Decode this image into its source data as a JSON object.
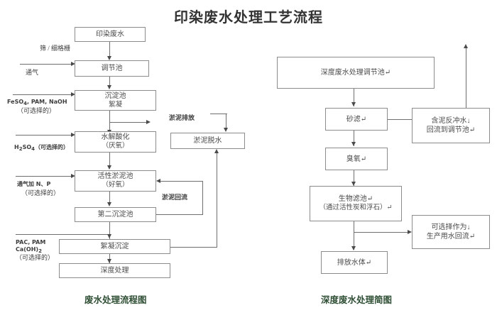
{
  "page": {
    "title": "印染废水处理工艺流程",
    "title_color": "#333333",
    "caption_color": "#2f4f35",
    "box_border_color": "#8c8c8c",
    "connector_color": "#6e6e6e",
    "background": "#ffffff"
  },
  "left_diagram": {
    "caption": "废水处理流程图",
    "boxes": [
      {
        "id": "raw-wastewater",
        "line1": "印染废水",
        "line2": ""
      },
      {
        "id": "equalization-tank",
        "line1": "调节池",
        "line2": ""
      },
      {
        "id": "sedimentation-tank",
        "line1": "沉淀池",
        "line2": "絮凝"
      },
      {
        "id": "hydrolysis-acidify",
        "line1": "水解酸化",
        "line2": "（厌氧）"
      },
      {
        "id": "activated-sludge-tank",
        "line1": "活性淤泥池",
        "line2": "（好氧）"
      },
      {
        "id": "second-sedimentation",
        "line1": "第二沉淀池",
        "line2": ""
      },
      {
        "id": "floc-sedimentation",
        "line1": "絮凝沉淀",
        "line2": ""
      },
      {
        "id": "advanced-treatment",
        "line1": "深度处理",
        "line2": ""
      },
      {
        "id": "sludge-dewatering",
        "line1": "淤泥脱水",
        "line2": ""
      }
    ],
    "labels": {
      "screen_grate": "筛 / 细格栅",
      "aeration": "通气",
      "feso4_line1": "FeSO",
      "feso4_sub": "4",
      "feso4_line1_rest": ", PAM, NaOH",
      "feso4_line2": "（可选择的）",
      "h2so4_a": "H",
      "h2so4_sub1": "2",
      "h2so4_b": "SO",
      "h2so4_sub2": "4",
      "h2so4_rest": "（可选择的）",
      "aeration_np_line1": "通气加 N、P",
      "aeration_np_line2": "（可选择的）",
      "pac_line1": "PAC, PAM",
      "pac_line2a": "Ca(OH)",
      "pac_line2_sub": "2",
      "pac_line3": "（可选择的）",
      "sludge_discharge": "淤泥排放",
      "sludge_return": "淤泥回流"
    }
  },
  "right_diagram": {
    "caption": "深度废水处理简图",
    "boxes": [
      {
        "id": "adv-equalization-tank",
        "line1": "深度废水处理调节池↵",
        "line2": ""
      },
      {
        "id": "sand-filter",
        "line1": "砂滤↵",
        "line2": ""
      },
      {
        "id": "ozone",
        "line1": "臭氧↵",
        "line2": ""
      },
      {
        "id": "biofilter",
        "line1": "生物滤池↵",
        "line2": "（通过活性炭和浮石）↵"
      },
      {
        "id": "discharge-water-body",
        "line1": "排放水体↵",
        "line2": ""
      },
      {
        "id": "backwash-return",
        "line1": "含泥反冲水↓",
        "line2": "回流到调节池↵"
      },
      {
        "id": "production-reuse",
        "line1": "可选择作为↓",
        "line2": "生产用水回流↵"
      }
    ]
  }
}
